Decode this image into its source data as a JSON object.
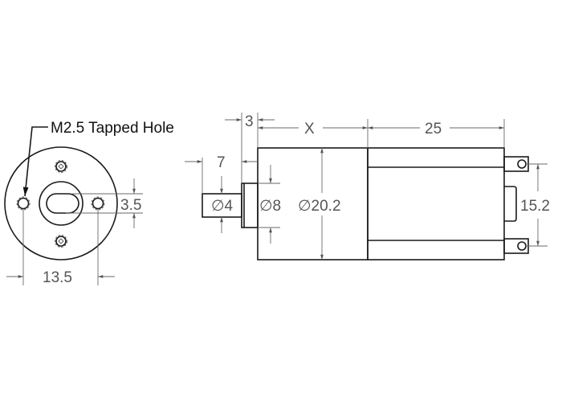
{
  "drawing": {
    "title": "Gear motor dimensional drawing",
    "front_view": {
      "callout": "M2.5 Tapped Hole",
      "dim_hole_spacing": "13.5",
      "dim_shaft_flat": "3.5"
    },
    "side_view": {
      "dim_boss_length": "3",
      "dim_gearbox_length": "X",
      "dim_motor_length": "25",
      "dim_shaft_length": "7",
      "dim_shaft_diameter": "∅4",
      "dim_boss_diameter": "∅8",
      "dim_body_diameter": "∅20.2",
      "dim_terminal_spacing": "15.2"
    },
    "colors": {
      "outline": "#1a1a1a",
      "dimension": "#555555",
      "background": "#ffffff"
    }
  }
}
